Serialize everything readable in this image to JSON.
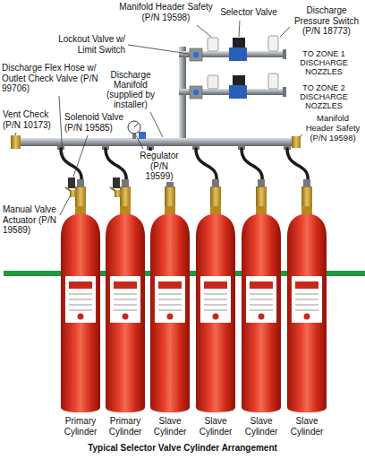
{
  "diagram": {
    "caption": "Typical Selector Valve Cylinder Arrangement",
    "nodes": [
      {
        "text": [
          "Primary Cylinder"
        ]
      },
      {
        "text": [
          "Primary Cylinder"
        ]
      },
      {
        "text": [
          "Slave Cylinder"
        ]
      },
      {
        "text": [
          "Slave Cylinder"
        ]
      },
      {
        "text": [
          "Slave Cylinder"
        ]
      },
      {
        "text": [
          "Slave Cylinder"
        ]
      }
    ],
    "labels": [
      "Manifold Header Safety (P/N 19598)",
      "Selector Valve",
      "Discharge Pressure Switch (P/N 18773)",
      "Lockout Valve w/ Limit Switch",
      "Discharge Flex Hose w/ Outlet Check Valve (P/N 99706)",
      "TO ZONE 1 DISCHARGE NOZZLES",
      "Discharge Manifold (supplied by installer)",
      "TO ZONE 2 DISCHARGE NOZZLES",
      "Vent Check (P/N 10173)",
      "Solenoid Valve (P/N 19585)",
      "Manifold Header Safety (P/N 19598)",
      "Regulator (P/N 19599)",
      "Manual Valve Actuator (P/N 19589)"
    ]
  }
}
